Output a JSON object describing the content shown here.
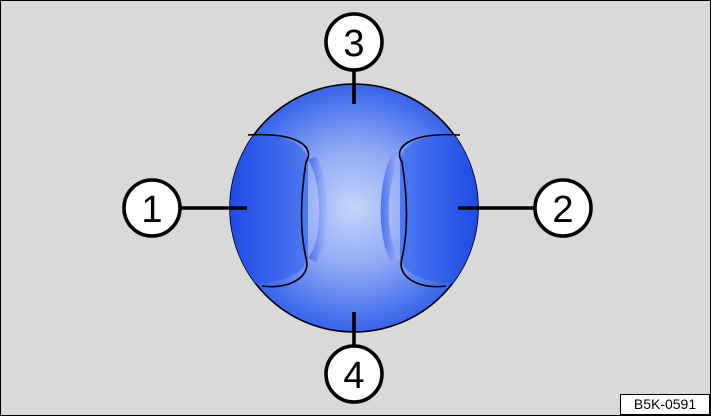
{
  "figure": {
    "reference": "B5K-0591",
    "callouts": [
      "1",
      "2",
      "3",
      "4"
    ]
  },
  "colors": {
    "background": "#d9d9d9",
    "knob_dark": "#1f4fe8",
    "knob_light": "#c6d4fb",
    "callout_fill": "#ffffff",
    "stroke": "#000000"
  }
}
